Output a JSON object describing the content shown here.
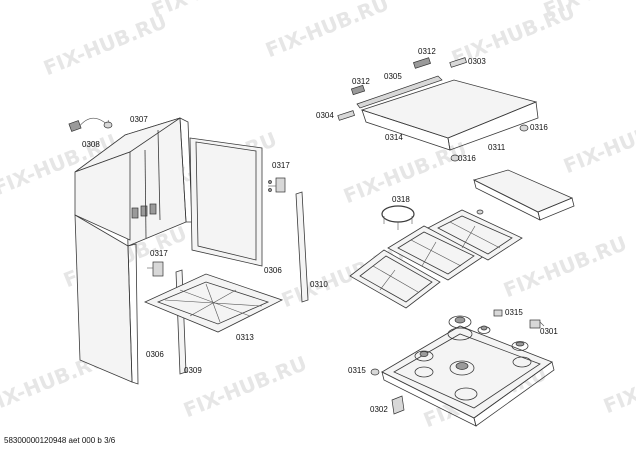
{
  "watermark_text": "FIX-HUB.RU",
  "callouts": {
    "c0312a": "0312",
    "c0303": "0303",
    "c0312b": "0312",
    "c0305": "0305",
    "c0304": "0304",
    "c0316a": "0316",
    "c0314": "0314",
    "c0311": "0311",
    "c0316b": "0316",
    "c0307": "0307",
    "c0308": "0308",
    "c0317a": "0317",
    "c0318": "0318",
    "c0317b": "0317",
    "c0306a": "0306",
    "c0310": "0310",
    "c0313": "0313",
    "c0306b": "0306",
    "c0309": "0309",
    "c0315a": "0315",
    "c0301": "0301",
    "c0315b": "0315",
    "c0302": "0302"
  },
  "footer_text": "58300000120948 aet 000 b 3/6"
}
